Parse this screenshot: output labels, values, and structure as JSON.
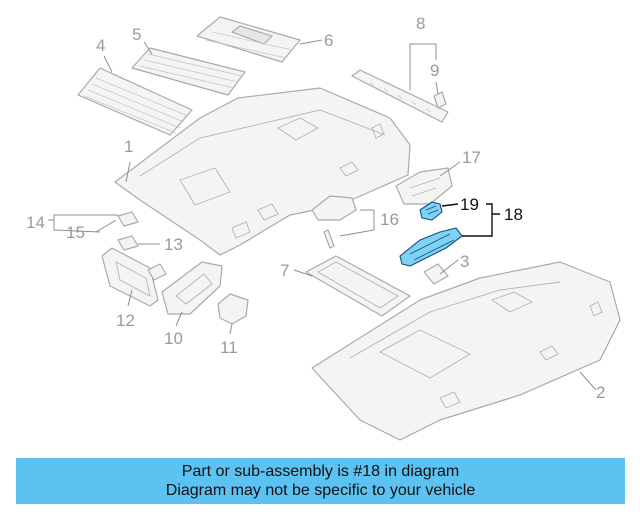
{
  "callouts": {
    "c1": "1",
    "c2": "2",
    "c3": "3",
    "c4": "4",
    "c5": "5",
    "c6": "6",
    "c7": "7",
    "c8": "8",
    "c9": "9",
    "c10": "10",
    "c11": "11",
    "c12": "12",
    "c13": "13",
    "c14": "14",
    "c15": "15",
    "c16": "16",
    "c17": "17",
    "c18": "18",
    "c19": "19"
  },
  "highlight": {
    "part_number": "18",
    "color": "#7fd2f3",
    "outline": "#0f4e82"
  },
  "banner": {
    "line1": "Part or sub-assembly is #18 in diagram",
    "line2": "Diagram may not be specific to your vehicle",
    "background": "#5bc2f2"
  }
}
